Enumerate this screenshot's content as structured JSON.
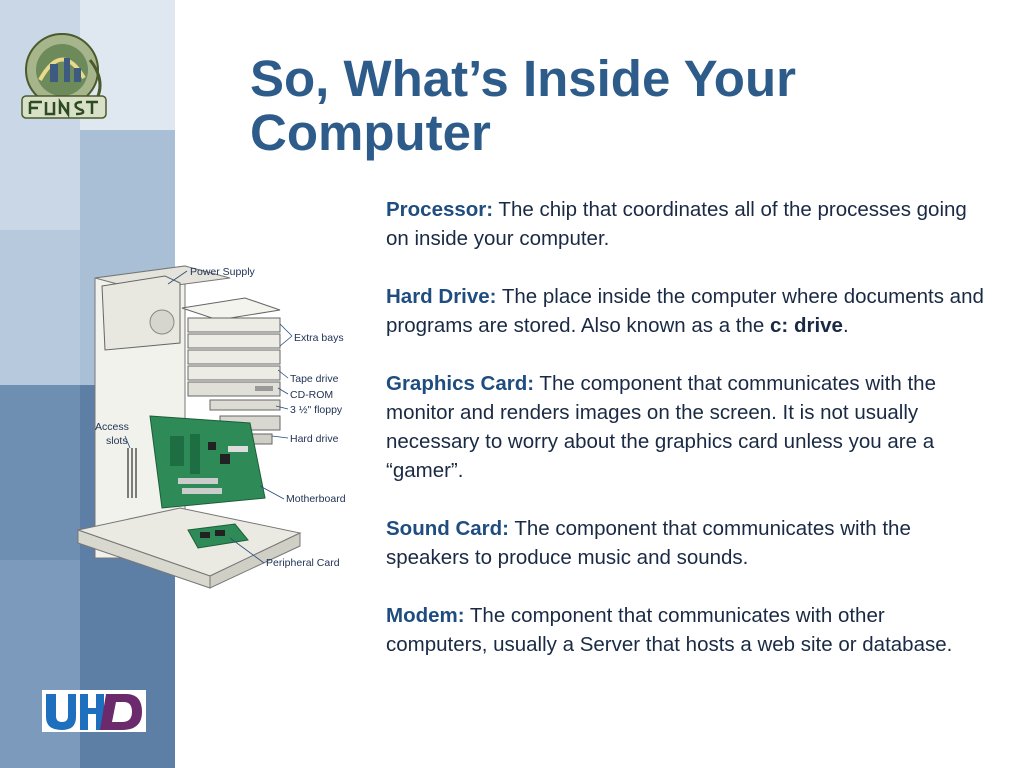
{
  "slide": {
    "title_line1": "So, What’s Inside Your",
    "title_line2": "Computer"
  },
  "colors": {
    "title": "#2e5c8a",
    "term": "#1f4d80",
    "band_dark": "#5d7fa6",
    "band_light": "#c9d7e6",
    "uhd_blue": "#1e6fbd",
    "uhd_purple": "#6b2a6b"
  },
  "logos": {
    "top_logo_icon": "funstem-logo",
    "bottom_logo_icon": "uhd-logo"
  },
  "components": [
    {
      "term": "Processor:",
      "desc": "  The chip that coordinates all of the processes going on inside your computer."
    },
    {
      "term": "Hard Drive:",
      "desc_before": " The place inside the computer where documents and programs are stored. Also known as a the ",
      "emph": "c: drive",
      "desc_after": "."
    },
    {
      "term": "Graphics Card:",
      "desc": "  The component that communicates with the monitor and renders images on the screen.  It is not usually necessary to worry about the graphics card unless you are a “gamer”."
    },
    {
      "term": "Sound Card:",
      "desc": "  The component that communicates with the speakers to produce music and sounds."
    },
    {
      "term": "Modem:",
      "desc": "  The component that communicates with other computers, usually a Server that hosts a web site or database."
    }
  ],
  "diagram_labels": {
    "power_supply": "Power Supply",
    "extra_bays": "Extra bays",
    "tape_drive": "Tape drive",
    "cd_rom": "CD-ROM",
    "floppy": "3 ½\" floppy",
    "hard_drive": "Hard drive",
    "motherboard": "Motherboard",
    "peripheral_card": "Peripheral Card",
    "access_line1": "Access",
    "access_line2": "slots"
  }
}
